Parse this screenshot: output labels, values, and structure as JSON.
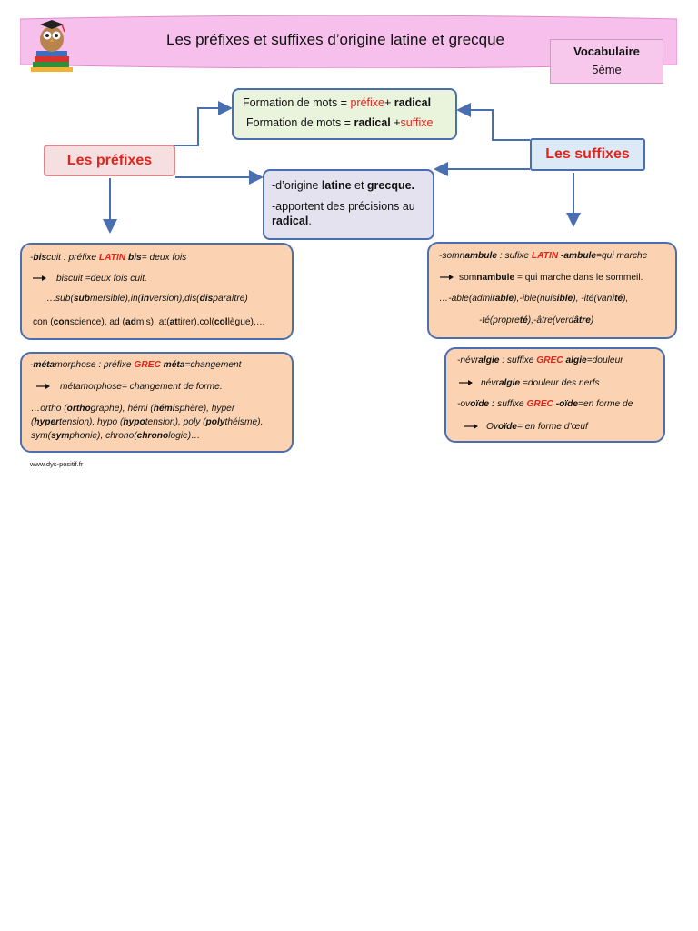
{
  "header": {
    "title": "Les préfixes et suffixes d’origine latine et grecque",
    "badge_line1": "Vocabulaire",
    "badge_line2": "5ème"
  },
  "formation": {
    "line1_prefix": "Formation de mots = ",
    "line1_red": "préfixe",
    "line1_plus": "+ ",
    "line1_bold": "radical",
    "line2_prefix": "Formation de mots = ",
    "line2_bold": "radical",
    "line2_plus": " +",
    "line2_red": "suffixe"
  },
  "prefixes_label": "Les préfixes",
  "suffixes_label": "Les suffixes",
  "origin": {
    "p1_a": "-d’origine ",
    "p1_b": "latine",
    "p1_c": " et ",
    "p1_d": "grecque.",
    "p2_a": "-apportent des précisions au ",
    "p2_b": "radical",
    "p2_c": "."
  },
  "latin_prefix": {
    "l1_a": "-",
    "l1_b": "bis",
    "l1_c": "cuit : préfixe ",
    "l1_d": "LATIN",
    "l1_e": " bis",
    "l1_f": "= deux fois",
    "l2": "biscuit =deux fois cuit.",
    "l3_a": "….sub(",
    "l3_b": "sub",
    "l3_c": "mersible),in(",
    "l3_d": "in",
    "l3_e": "version),dis(",
    "l3_f": "dis",
    "l3_g": "paraître)",
    "l4_a": "con (",
    "l4_b": "con",
    "l4_c": "science), ad (",
    "l4_d": "ad",
    "l4_e": "mis), at(",
    "l4_f": "at",
    "l4_g": "tirer),col(",
    "l4_h": "col",
    "l4_i": "lègue),…"
  },
  "greek_prefix": {
    "l1_a": "-",
    "l1_b": "méta",
    "l1_c": "morphose : préfixe ",
    "l1_d": "GREC",
    "l1_e": " méta",
    "l1_f": "=changement",
    "l2": "métamorphose= changement de forme.",
    "l3_a": "…ortho (",
    "l3_b": "ortho",
    "l3_c": "graphe), hémi (",
    "l3_d": "hémi",
    "l3_e": "sphère), hyper",
    "l4_a": "(",
    "l4_b": "hyper",
    "l4_c": "tension), hypo (",
    "l4_d": "hypo",
    "l4_e": "tension), poly (",
    "l4_f": "poly",
    "l4_g": "théisme),",
    "l5_a": "sym(",
    "l5_b": "sym",
    "l5_c": "phonie), chrono(",
    "l5_d": "chrono",
    "l5_e": "logie)…"
  },
  "latin_suffix": {
    "l1_a": "-somn",
    "l1_b": "ambule",
    "l1_c": " : sufixe ",
    "l1_d": "LATIN",
    "l1_e": " -ambule",
    "l1_f": "=qui marche",
    "l2_a": "som",
    "l2_b": "nambule",
    "l2_c": " = qui marche dans le sommeil.",
    "l3_a": "…-able(admir",
    "l3_b": "able",
    "l3_c": "),-ible(nuis",
    "l3_d": "ible",
    "l3_e": "), -ité(van",
    "l3_f": "ité",
    "l3_g": "),",
    "l4_a": "-té(propre",
    "l4_b": "té",
    "l4_c": "),-âtre(verd",
    "l4_d": "âtre",
    "l4_e": ")"
  },
  "greek_suffix": {
    "l1_a": "-névr",
    "l1_b": "algie",
    "l1_c": " : suffixe ",
    "l1_d": "GREC",
    "l1_e": " algie",
    "l1_f": "=douleur",
    "l2_a": "névr",
    "l2_b": "algie",
    "l2_c": " =douleur des nerfs",
    "l3_a": "-ov",
    "l3_b": "oïde :",
    "l3_c": " suffixe ",
    "l3_d": "GREC",
    "l3_e": " -oïde",
    "l3_f": "=en forme de",
    "l4_a": "Ov",
    "l4_b": "oïde",
    "l4_c": "= en forme d’œuf"
  },
  "footer": "www.dys-positif.fr",
  "colors": {
    "accent_red": "#e2241b",
    "banner_pink": "#f7c0ec",
    "connector_blue": "#4a6fb0",
    "peach": "#fbd3b2"
  }
}
